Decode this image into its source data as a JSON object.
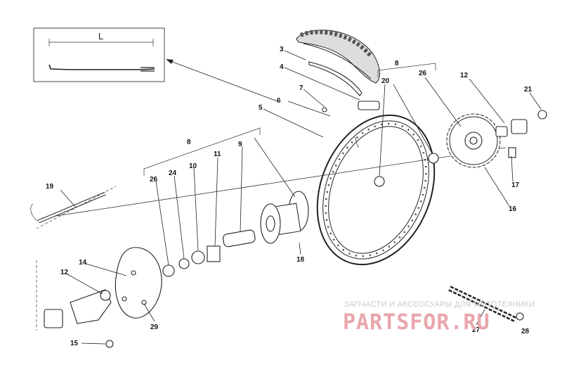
{
  "inset": {
    "dimension_label": "L"
  },
  "callouts": [
    {
      "id": "c3",
      "text": "3"
    },
    {
      "id": "c4",
      "text": "4"
    },
    {
      "id": "c5",
      "text": "5"
    },
    {
      "id": "c6",
      "text": "6"
    },
    {
      "id": "c7",
      "text": "7"
    },
    {
      "id": "c8a",
      "text": "8"
    },
    {
      "id": "c8b",
      "text": "8"
    },
    {
      "id": "c9",
      "text": "9"
    },
    {
      "id": "c10",
      "text": "10"
    },
    {
      "id": "c11",
      "text": "11"
    },
    {
      "id": "c12a",
      "text": "12"
    },
    {
      "id": "c12b",
      "text": "12"
    },
    {
      "id": "c14",
      "text": "14"
    },
    {
      "id": "c15",
      "text": "15"
    },
    {
      "id": "c16",
      "text": "16"
    },
    {
      "id": "c17",
      "text": "17"
    },
    {
      "id": "c18",
      "text": "18"
    },
    {
      "id": "c19",
      "text": "19"
    },
    {
      "id": "c20",
      "text": "20"
    },
    {
      "id": "c21",
      "text": "21"
    },
    {
      "id": "c24",
      "text": "24"
    },
    {
      "id": "c26a",
      "text": "26"
    },
    {
      "id": "c26b",
      "text": "26"
    },
    {
      "id": "c27",
      "text": "27"
    },
    {
      "id": "c28",
      "text": "28"
    },
    {
      "id": "c29",
      "text": "29"
    }
  ],
  "watermark": {
    "tagline": "ЗАПЧАСТИ И АКСЕССУАРЫ ДЛЯ МОТОТЕХНИКИ",
    "brand": "PARTSFOR.RU",
    "brand_color": "#e8a6ac"
  }
}
